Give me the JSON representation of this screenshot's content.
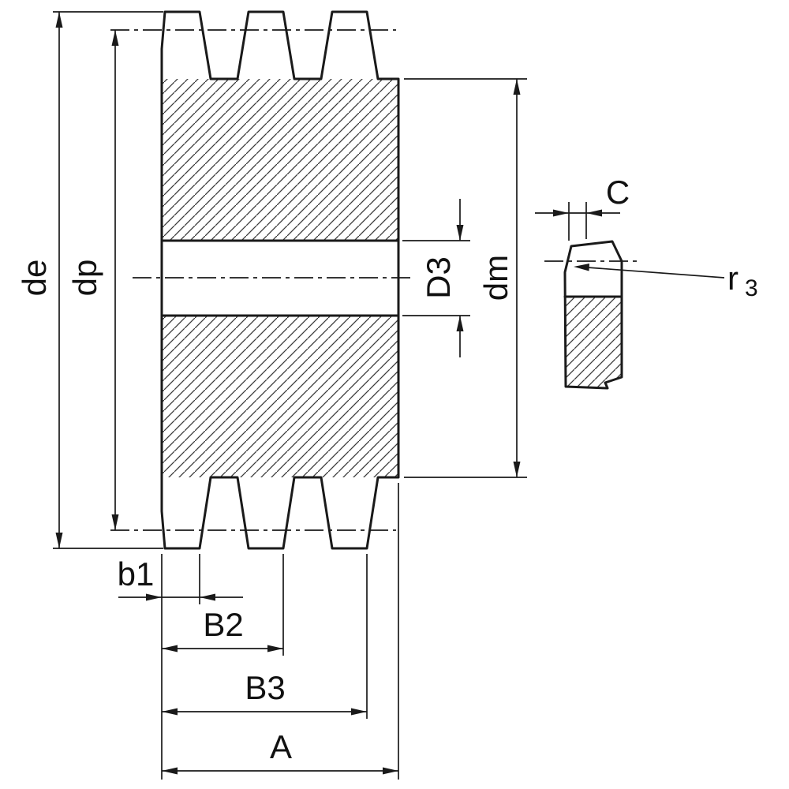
{
  "drawing": {
    "kind": "triplex-sprocket-cross-section",
    "labels": {
      "de": "de",
      "dp": "dp",
      "d3": "D3",
      "dm": "dm",
      "b1": "b1",
      "b2": "B2",
      "b3": "B3",
      "a": "A",
      "c": "C",
      "r_base": "r",
      "r_sub": "3"
    },
    "colors": {
      "line": "#1a1a1a",
      "hatch": "#3a3a3a",
      "background": "#ffffff"
    }
  }
}
